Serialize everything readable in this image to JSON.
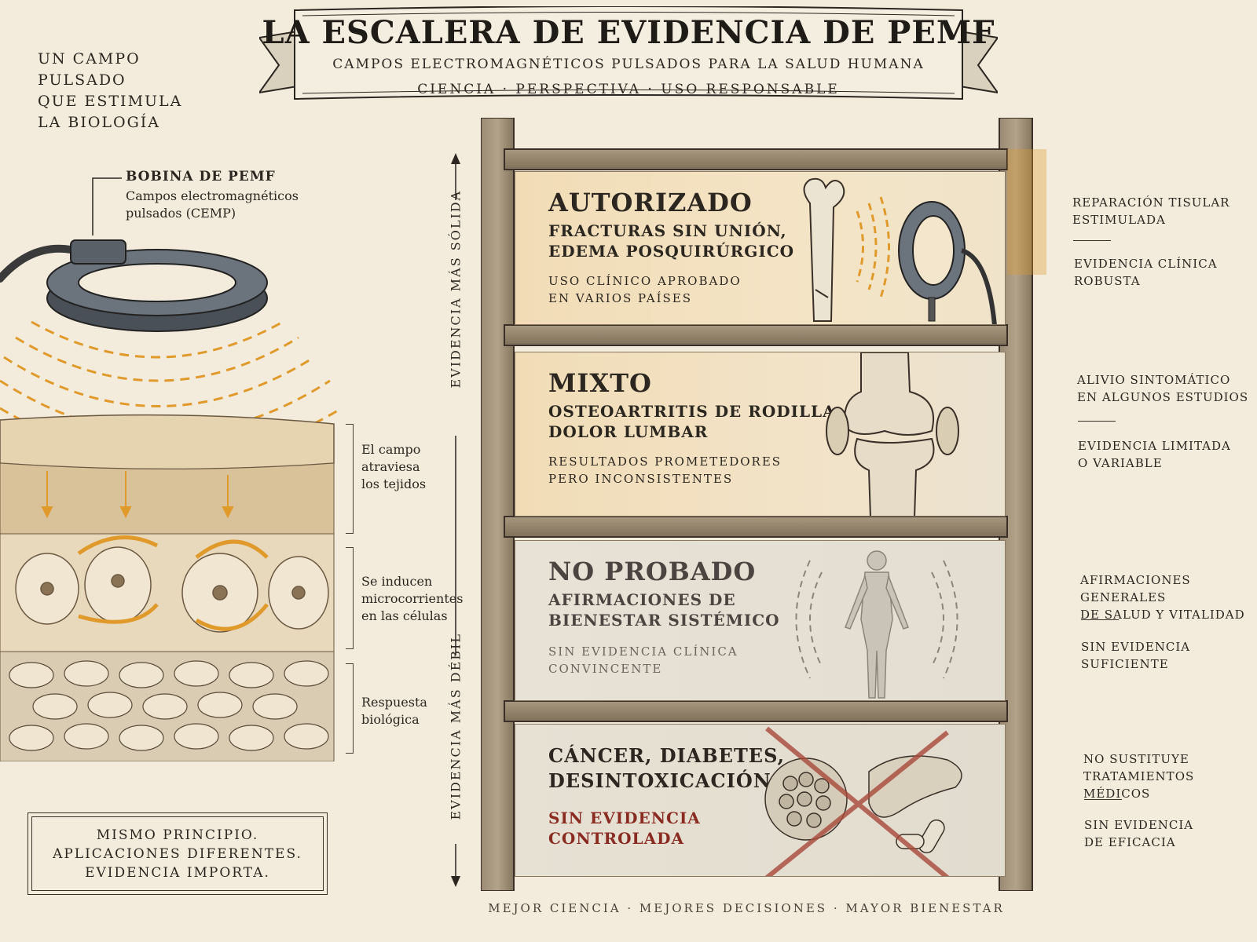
{
  "header": {
    "title": "LA ESCALERA DE EVIDENCIA DE PEMF",
    "subtitle": "CAMPOS ELECTROMAGNÉTICOS PULSADOS PARA LA SALUD HUMANA",
    "tagline": "CIENCIA · PERSPECTIVA · USO RESPONSABLE"
  },
  "intro": {
    "lines": [
      "UN CAMPO",
      "PULSADO",
      "QUE ESTIMULA",
      "LA BIOLOGÍA"
    ]
  },
  "coil": {
    "title": "BOBINA DE PEMF",
    "subtitle_lines": [
      "Campos electromagnéticos",
      "pulsados (CEMP)"
    ]
  },
  "tissue_notes": [
    {
      "lines": [
        "El campo",
        "atraviesa",
        "los tejidos"
      ]
    },
    {
      "lines": [
        "Se inducen",
        "microcorrientes",
        "en las células"
      ]
    },
    {
      "lines": [
        "Respuesta",
        "biológica"
      ]
    }
  ],
  "motto": {
    "lines": [
      "MISMO PRINCIPIO.",
      "APLICACIONES DIFERENTES.",
      "EVIDENCIA IMPORTA."
    ]
  },
  "axis": {
    "top_label": "EVIDENCIA MÁS SÓLIDA",
    "bottom_label": "EVIDENCIA MÁS DÉBIL"
  },
  "rungs": [
    {
      "name": "AUTORIZADO",
      "conditions": [
        "FRACTURAS SIN UNIÓN,",
        "EDEMA POSQUIRÚRGICO"
      ],
      "note": [
        "USO CLÍNICO APROBADO",
        "EN VARIOS PAÍSES"
      ],
      "side": [
        [
          "REPARACIÓN TISULAR",
          "ESTIMULADA"
        ],
        [
          "EVIDENCIA CLÍNICA",
          "ROBUSTA"
        ]
      ]
    },
    {
      "name": "MIXTO",
      "conditions": [
        "OSTEOARTRITIS DE RODILLA,",
        "DOLOR LUMBAR"
      ],
      "note": [
        "RESULTADOS PROMETEDORES",
        "PERO INCONSISTENTES"
      ],
      "side": [
        [
          "ALIVIO SINTOMÁTICO",
          "EN ALGUNOS ESTUDIOS"
        ],
        [
          "EVIDENCIA LIMITADA",
          "O VARIABLE"
        ]
      ]
    },
    {
      "name": "NO PROBADO",
      "conditions": [
        "AFIRMACIONES DE",
        "BIENESTAR SISTÉMICO"
      ],
      "note": [
        "SIN EVIDENCIA CLÍNICA",
        "CONVINCENTE"
      ],
      "side": [
        [
          "AFIRMACIONES GENERALES",
          "DE SALUD Y VITALIDAD"
        ],
        [
          "SIN EVIDENCIA",
          "SUFICIENTE"
        ]
      ]
    },
    {
      "conditions": [
        "CÁNCER, DIABETES,",
        "DESINTOXICACIÓN"
      ],
      "note": [
        "SIN EVIDENCIA",
        "CONTROLADA"
      ],
      "side": [
        [
          "NO SUSTITUYE",
          "TRATAMIENTOS MÉDICOS"
        ],
        [
          "SIN EVIDENCIA",
          "DE EFICACIA"
        ]
      ]
    }
  ],
  "footer": "MEJOR CIENCIA · MEJORES DECISIONES · MAYOR BIENESTAR",
  "colors": {
    "background": "#f3ecdc",
    "ink": "#2b2620",
    "accent_orange": "#e09a2c",
    "wood": "#8a7a66",
    "warning_red": "#8a2b22"
  }
}
